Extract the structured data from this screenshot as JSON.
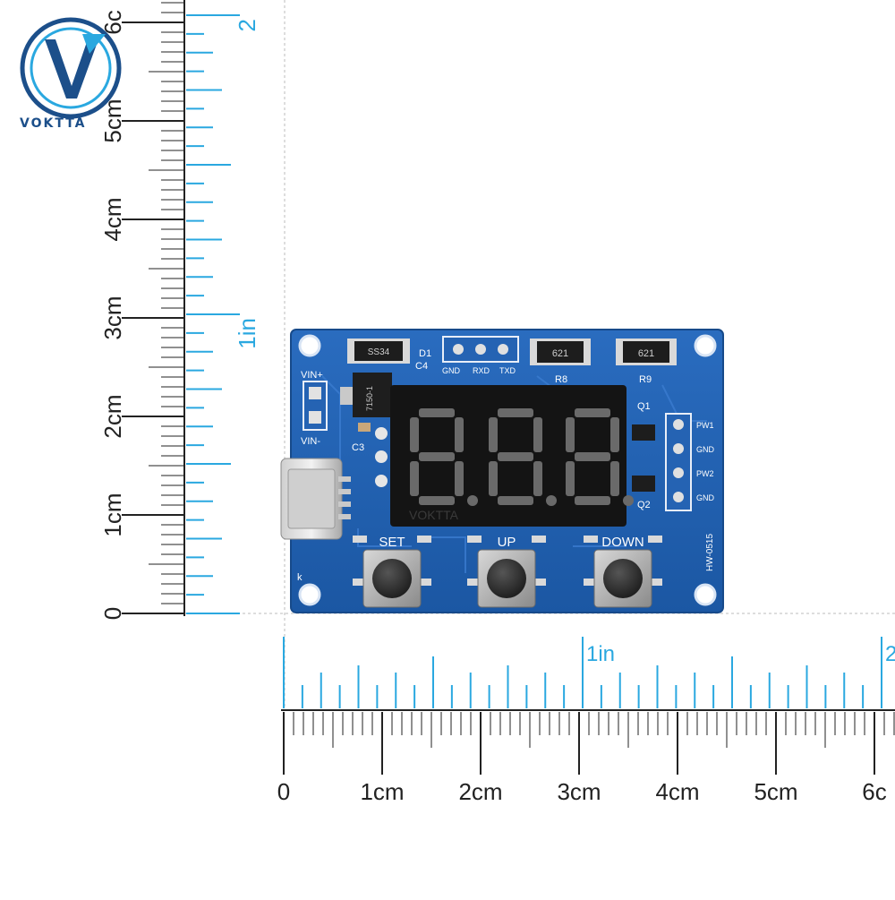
{
  "logo": {
    "text": "VOKTTA",
    "colors": {
      "blue": "#1c4f8a",
      "accent": "#2aa8e0"
    }
  },
  "ruler_vertical": {
    "cm_labels": [
      "0",
      "1cm",
      "2cm",
      "3cm",
      "4cm",
      "5cm",
      "6c"
    ],
    "in_labels": [
      "1in",
      "2"
    ]
  },
  "ruler_horizontal": {
    "cm_labels": [
      "0",
      "1cm",
      "2cm",
      "3cm",
      "4cm",
      "5cm",
      "6c"
    ],
    "in_labels": [
      "1in",
      "2"
    ]
  },
  "board": {
    "color": "#1f5fae",
    "labels": {
      "vin_plus": "VIN+",
      "vin_minus": "VIN-",
      "d1": "D1",
      "c4": "C4",
      "c3": "C3",
      "gnd": "GND",
      "rxd": "RXD",
      "txd": "TXD",
      "r8": "R8",
      "r9": "R9",
      "q1": "Q1",
      "q2": "Q2",
      "pw1": "PW1",
      "gnd1": "GND",
      "pw2": "PW2",
      "gnd2": "GND",
      "model": "HW-0515",
      "k": "k",
      "ss34": "SS34",
      "res_r8": "621",
      "res_r9": "621",
      "reg": "7150-1"
    },
    "buttons": [
      "SET",
      "UP",
      "DOWN"
    ],
    "display_watermark": "VOKTTA"
  }
}
